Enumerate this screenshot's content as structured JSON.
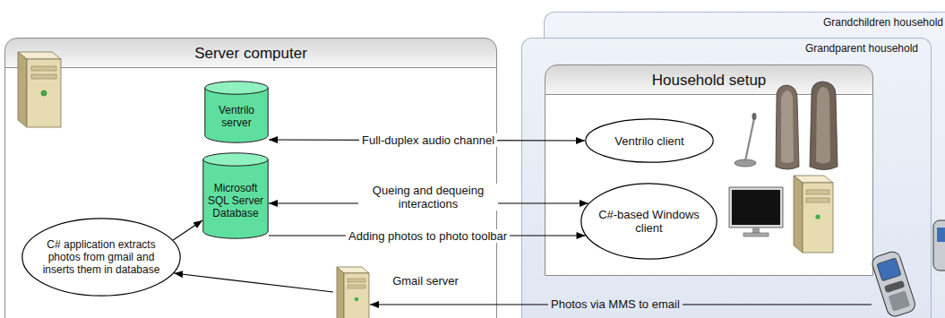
{
  "diagram": {
    "nodes": [
      {
        "text": [
          "Server computer"
        ]
      },
      {
        "text": [
          "Ventrilo server"
        ],
        "in": 0
      },
      {
        "text": [
          "Microsoft SQL Server Database"
        ],
        "in": 0
      },
      {
        "text": [
          "C# application extracts photos from gmail and inserts them in database"
        ],
        "in": 0
      },
      {
        "text": [
          "Gmail server"
        ],
        "in": 0
      },
      {
        "text": [
          "Grandchildren household"
        ]
      },
      {
        "text": [
          "Grandparent household"
        ]
      },
      {
        "text": [
          "Household setup"
        ],
        "in": 6
      },
      {
        "text": [
          "Ventrilo client"
        ],
        "in": 7
      },
      {
        "text": [
          "C#-based Windows client"
        ],
        "in": 7
      }
    ],
    "edges": [
      {
        "from": 1,
        "to": 8,
        "label": "Full-duplex audio channel",
        "arrow": "both"
      },
      {
        "from": 2,
        "to": 9,
        "label": "Queing and dequeing interactions",
        "arrow": "both"
      },
      {
        "from": 2,
        "to": 9,
        "label": "Adding photos to photo toolbar",
        "arrow": "to"
      },
      {
        "from": 3,
        "to": 2,
        "arrow": "to"
      },
      {
        "from": 4,
        "to": 3,
        "arrow": "to"
      }
    ],
    "labels": [
      "Photos via MMS to email"
    ]
  }
}
